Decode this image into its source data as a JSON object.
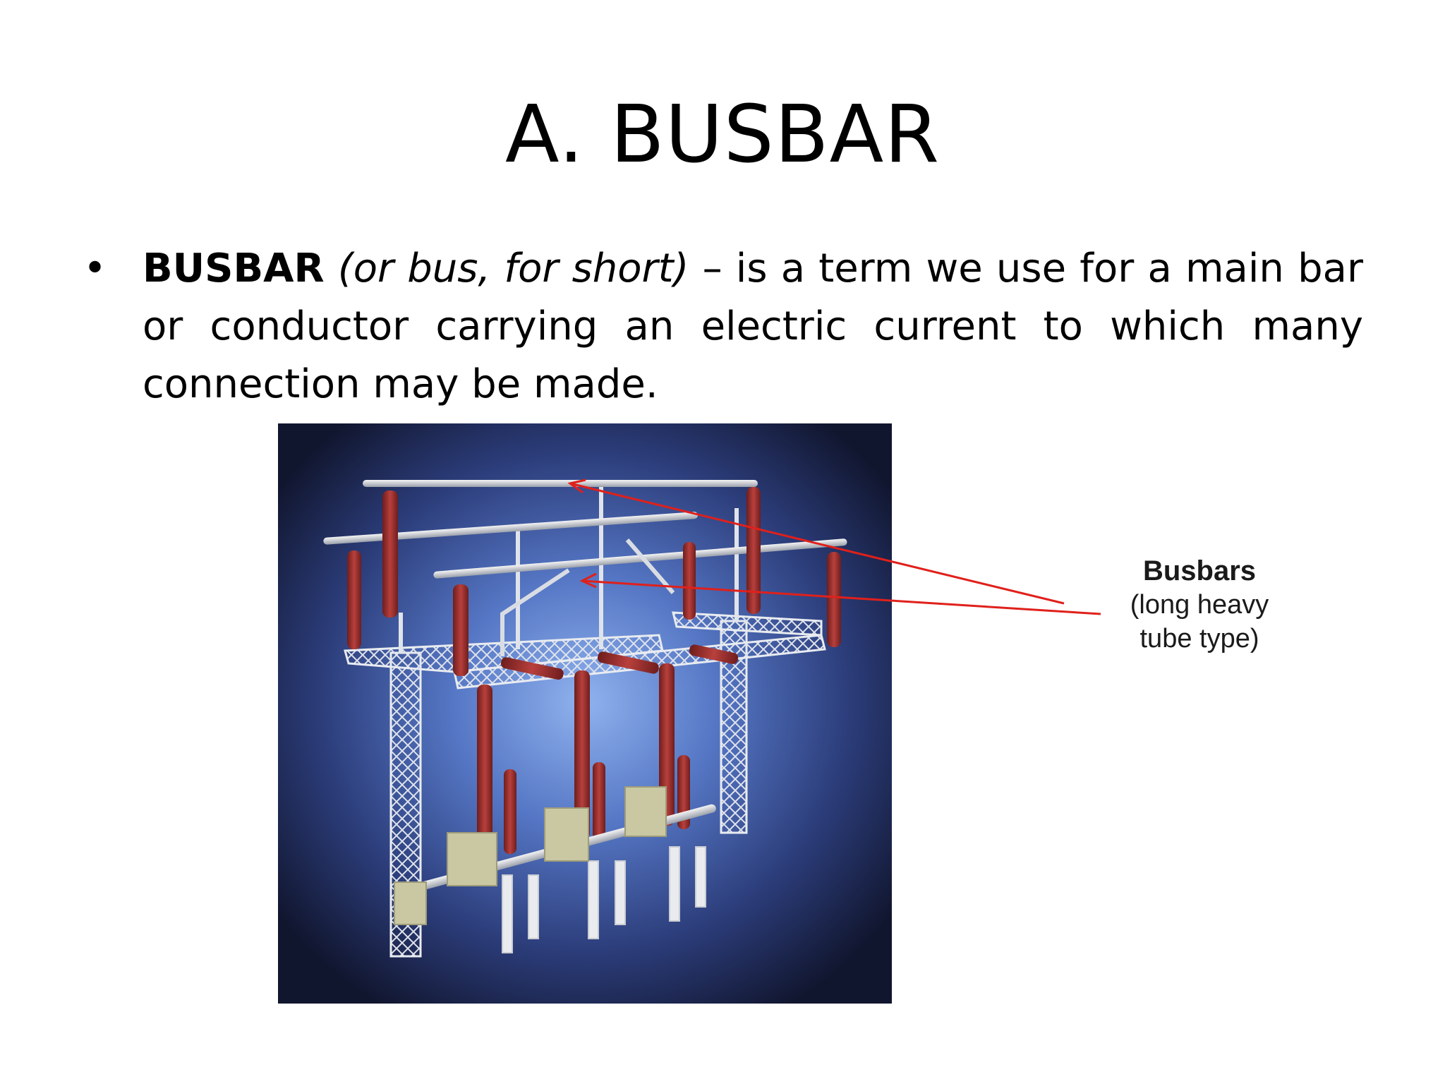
{
  "slide": {
    "title": "A. BUSBAR",
    "bullet": {
      "marker": "•",
      "term": "BUSBAR",
      "aside": "(or bus, for short)",
      "definition": " – is a term we use for a main bar or conductor carrying an electric current to which many connection may be made."
    },
    "figure": {
      "callout_title": "Busbars",
      "callout_line1": "(long heavy",
      "callout_line2": "tube type)",
      "arrow_color": "#e0201b"
    }
  }
}
